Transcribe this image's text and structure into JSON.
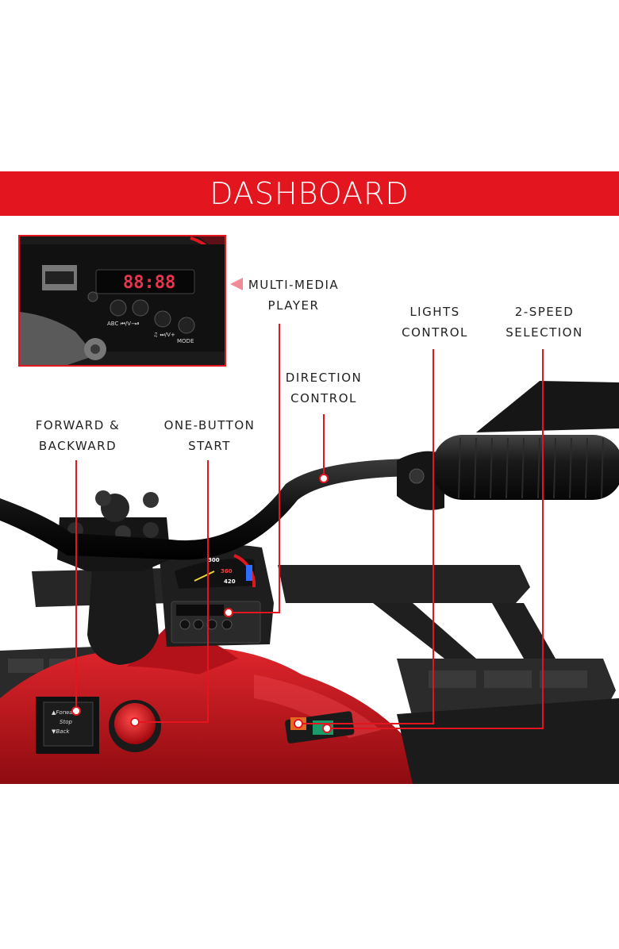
{
  "banner": {
    "title": "DASHBOARD"
  },
  "callouts": {
    "multimedia": {
      "line1": "MULTI-MEDIA",
      "line2": "PLAYER"
    },
    "lights": {
      "line1": "LIGHTS",
      "line2": "CONTROL"
    },
    "speed": {
      "line1": "2-SPEED",
      "line2": "SELECTION"
    },
    "direction": {
      "line1": "DIRECTION",
      "line2": "CONTROL"
    },
    "forward": {
      "line1": "FORWARD &",
      "line2": "BACKWARD"
    },
    "start": {
      "line1": "ONE-BUTTON",
      "line2": "START"
    }
  },
  "inset": {
    "display": "88:88",
    "buttons": [
      "ABC ⏮/V−",
      "⏯",
      "♫ ⏭/V+",
      "MODE"
    ],
    "gauge_reading": "420"
  },
  "dash_gauge": {
    "ticks": [
      "300",
      "360",
      "420"
    ]
  },
  "switch_labels": {
    "forward": "▲Forward",
    "stop": "Stop",
    "back": "▼Back"
  },
  "colors": {
    "accent": "#e3161f",
    "body": "#c8141c",
    "plastic": "#1c1c1c"
  }
}
